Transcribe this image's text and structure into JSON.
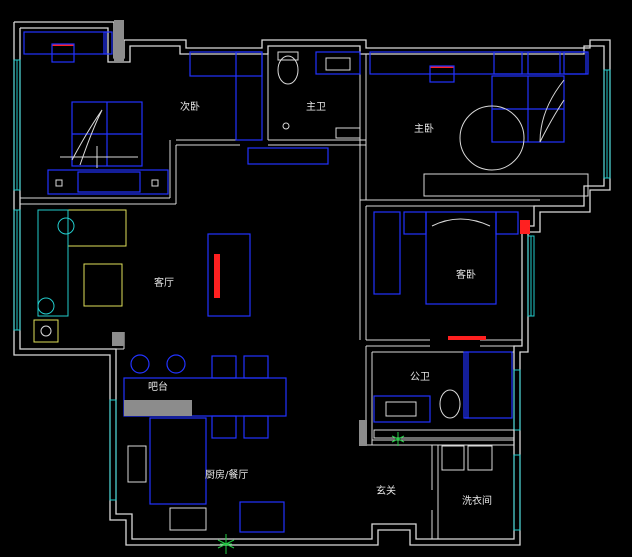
{
  "rooms": {
    "second_bedroom": "次卧",
    "master_bath": "主卫",
    "master_bedroom": "主卧",
    "living_room": "客厅",
    "guest_bedroom": "客卧",
    "public_bath": "公卫",
    "bar": "吧台",
    "kitchen_dining": "厨房/餐厅",
    "entrance": "玄关",
    "laundry": "洗衣间"
  },
  "colors": {
    "background": "#000000",
    "wall": "#d9d9d9",
    "furniture": "#2233ff",
    "window": "#22cccc",
    "sofa": "#e0e05a",
    "accent": "#ff2020",
    "plant": "#22cc44"
  }
}
